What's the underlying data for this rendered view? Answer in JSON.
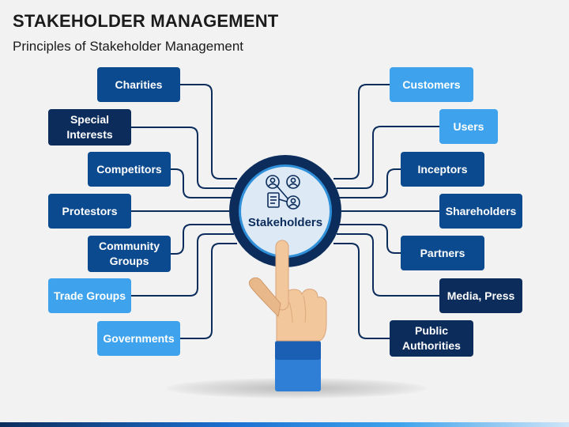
{
  "title": "STAKEHOLDER MANAGEMENT",
  "subtitle": "Principles of Stakeholder Management",
  "center": {
    "label": "Stakeholders",
    "icon": "people-network-icon"
  },
  "colors": {
    "navy": "#0c2d5c",
    "dark_blue": "#0b4a8f",
    "light_blue": "#3ea3ec",
    "ring": "#2f8fd8",
    "hub_fill": "#dde9f5"
  },
  "left_items": [
    {
      "label": "Charities",
      "color": "dark"
    },
    {
      "label": "Special\nInterests",
      "color": "navy"
    },
    {
      "label": "Competitors",
      "color": "dark"
    },
    {
      "label": "Protestors",
      "color": "dark"
    },
    {
      "label": "Community\nGroups",
      "color": "dark"
    },
    {
      "label": "Trade Groups",
      "color": "light"
    },
    {
      "label": "Governments",
      "color": "light"
    }
  ],
  "right_items": [
    {
      "label": "Customers",
      "color": "light"
    },
    {
      "label": "Users",
      "color": "light"
    },
    {
      "label": "Inceptors",
      "color": "dark"
    },
    {
      "label": "Shareholders",
      "color": "dark"
    },
    {
      "label": "Partners",
      "color": "dark"
    },
    {
      "label": "Media, Press",
      "color": "navy"
    },
    {
      "label": "Public\nAuthorities",
      "color": "navy"
    }
  ]
}
